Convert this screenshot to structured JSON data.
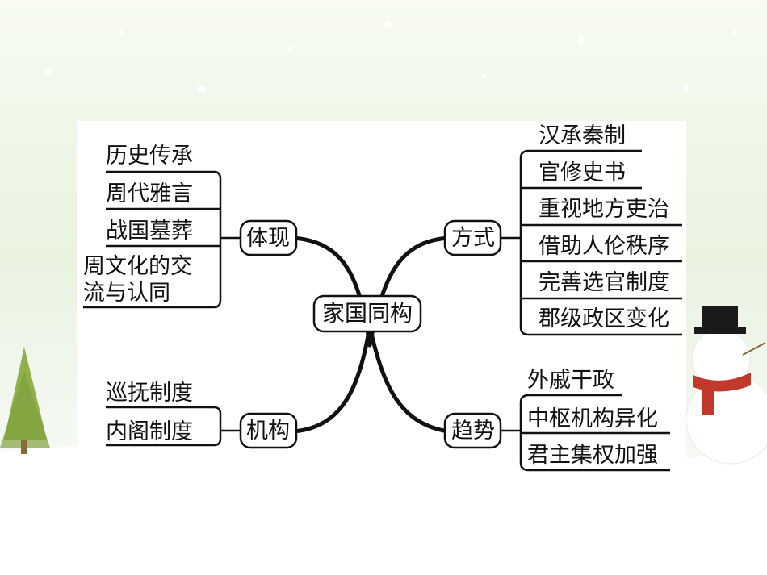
{
  "center": "家国同构",
  "branches": {
    "tixian": {
      "label": "体现",
      "items": [
        "历史传承",
        "周代雅言",
        "战国墓葬",
        "周文化的交",
        "流与认同"
      ]
    },
    "fangshi": {
      "label": "方式",
      "items": [
        "汉承秦制",
        "官修史书",
        "重视地方吏治",
        "借助人伦秩序",
        "完善选官制度",
        "郡级政区变化"
      ]
    },
    "jigou": {
      "label": "机构",
      "items": [
        "巡抚制度",
        "内阁制度"
      ]
    },
    "qushi": {
      "label": "趋势",
      "items": [
        "外戚干政",
        "中枢机构异化",
        "君主集权加强"
      ]
    }
  },
  "colors": {
    "stroke": "#111111",
    "panel": "#ffffff",
    "tree": "#8fb04a",
    "snowman_hat": "#1a1a1a",
    "scarf": "#c0392b"
  }
}
